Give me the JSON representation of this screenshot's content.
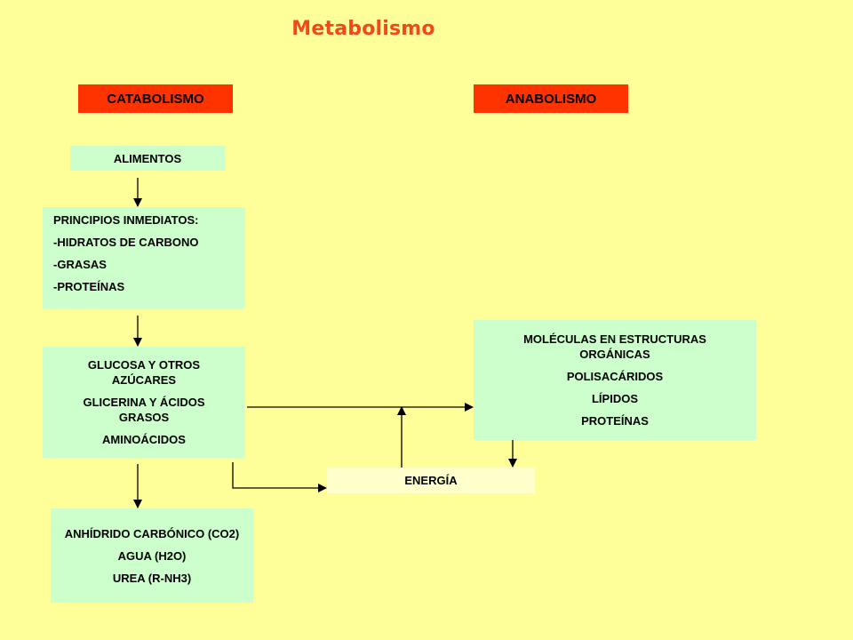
{
  "title": "Metabolismo",
  "catabolismo": {
    "label": "CATABOLISMO"
  },
  "anabolismo": {
    "label": "ANABOLISMO"
  },
  "alimentos": {
    "label": "ALIMENTOS"
  },
  "principios": {
    "heading": "PRINCIPIOS INMEDIATOS:",
    "items": [
      "-HIDRATOS DE CARBONO",
      "-GRASAS",
      "-PROTEÍNAS"
    ]
  },
  "glucosa": {
    "lines": [
      "GLUCOSA Y OTROS AZÚCARES",
      "GLICERINA Y ÁCIDOS GRASOS",
      "AMINOÁCIDOS"
    ]
  },
  "anhidrido": {
    "lines": [
      "ANHÍDRIDO CARBÓNICO (CO2)",
      "AGUA (H2O)",
      "UREA (R-NH3)"
    ]
  },
  "moleculas": {
    "lines": [
      "MOLÉCULAS EN ESTRUCTURAS ORGÁNICAS",
      "POLISACÁRIDOS",
      "LÍPIDOS",
      "PROTEÍNAS"
    ]
  },
  "energia": {
    "label": "ENERGÍA"
  },
  "colors": {
    "background": "#FFFF99",
    "title": "#F04A1A",
    "header": "#FF3300",
    "box": "#CCFFCC",
    "energy": "#FFFFCC"
  }
}
